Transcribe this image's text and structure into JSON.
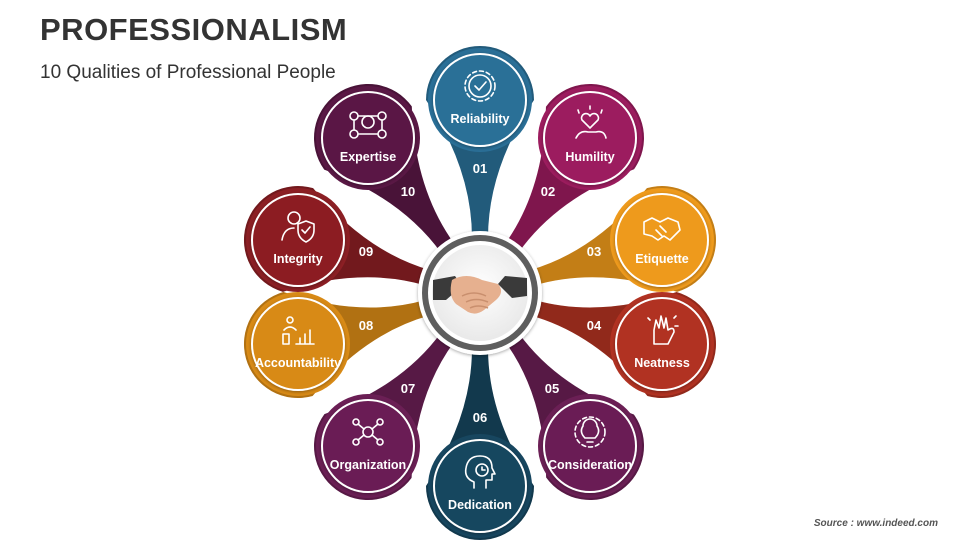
{
  "title": "PROFESSIONALISM",
  "subtitle": "10 Qualities of Professional People",
  "source": "Source : www.indeed.com",
  "center_icon": "handshake-icon",
  "petals": [
    {
      "num": "01",
      "label": "Reliability",
      "icon": "gear-check-icon",
      "color": "#2a6f97"
    },
    {
      "num": "02",
      "label": "Humility",
      "icon": "heart-hand-icon",
      "color": "#9c1c5e"
    },
    {
      "num": "03",
      "label": "Etiquette",
      "icon": "handshake-icon",
      "color": "#ee9a1c"
    },
    {
      "num": "04",
      "label": "Neatness",
      "icon": "clean-hand-icon",
      "color": "#b13222"
    },
    {
      "num": "05",
      "label": "Consideration",
      "icon": "gear-bulb-icon",
      "color": "#6b1f55"
    },
    {
      "num": "06",
      "label": "Dedication",
      "icon": "head-clock-icon",
      "color": "#17465f"
    },
    {
      "num": "07",
      "label": "Organization",
      "icon": "network-people-icon",
      "color": "#6b1f55"
    },
    {
      "num": "08",
      "label": "Accountability",
      "icon": "person-chart-icon",
      "color": "#d88a16"
    },
    {
      "num": "09",
      "label": "Integrity",
      "icon": "person-shield-icon",
      "color": "#8c1f24"
    },
    {
      "num": "10",
      "label": "Expertise",
      "icon": "team-network-icon",
      "color": "#5a1845"
    }
  ]
}
